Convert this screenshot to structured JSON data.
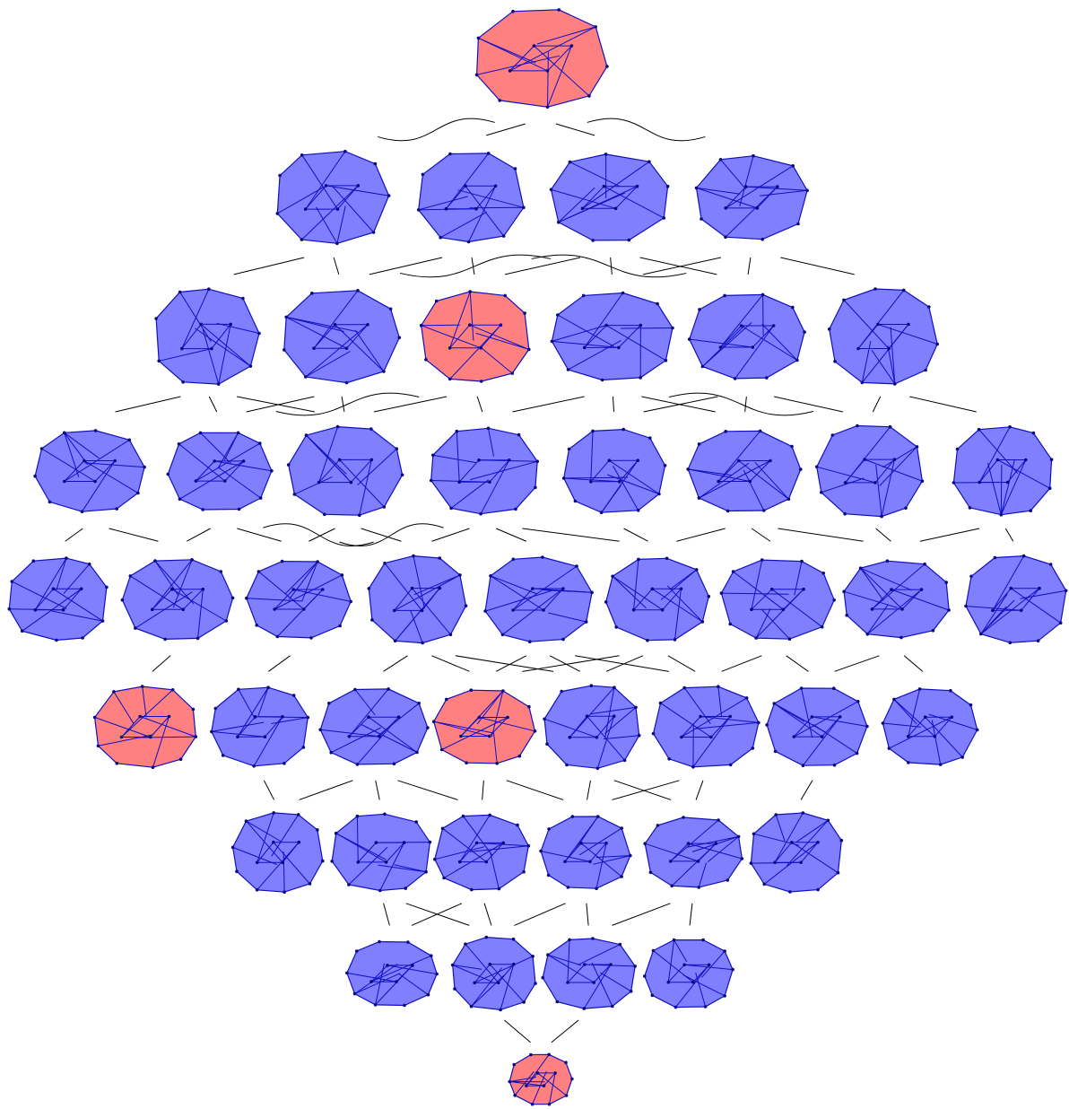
{
  "diagram": {
    "kind": "lattice of zonotopes (Hasse diagram)",
    "rank_sizes": [
      1,
      4,
      6,
      8,
      9,
      8,
      6,
      4,
      1
    ],
    "node_colors": {
      "highlight": "#ff8080",
      "normal": "#7f7fff",
      "edge": "#1010c0",
      "vertex": "#0a0a80"
    },
    "highlighted": [
      [
        0,
        0
      ],
      [
        2,
        2
      ],
      [
        5,
        0
      ],
      [
        5,
        3
      ],
      [
        8,
        0
      ]
    ],
    "edge_color": "#000000"
  }
}
